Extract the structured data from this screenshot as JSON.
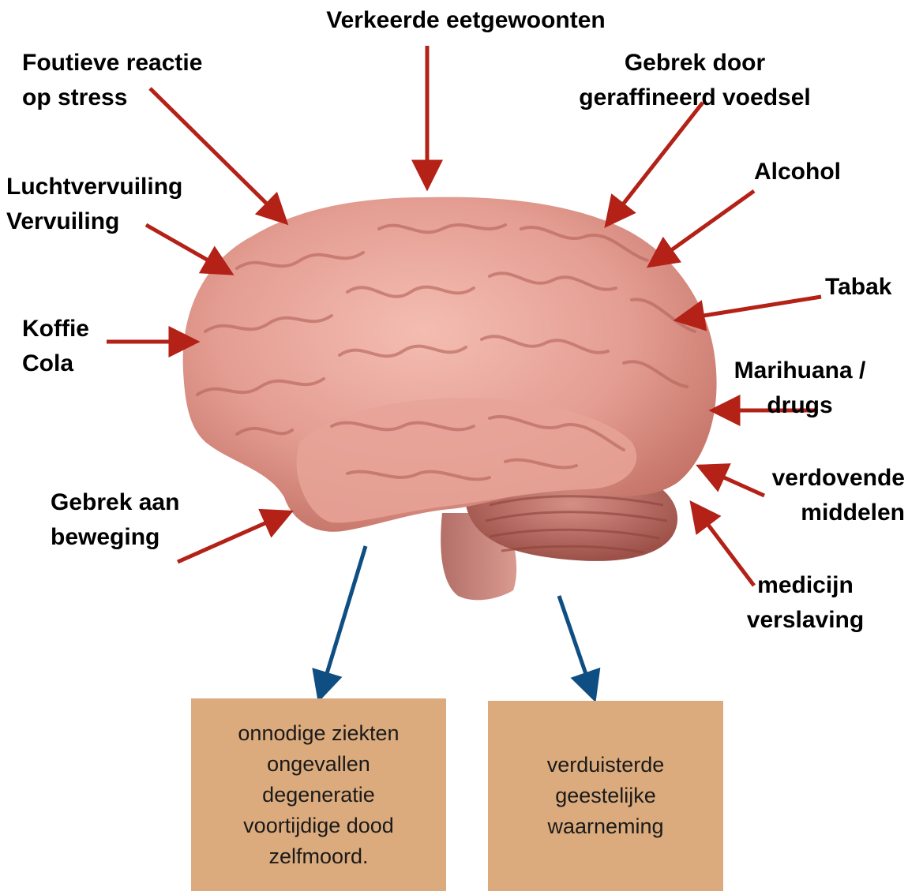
{
  "colors": {
    "cause_arrow": "#b32117",
    "effect_arrow": "#0f4e82",
    "outcome_box": "#dcab7d",
    "brain": "#e8a79d"
  },
  "brain": {
    "icon": "brain-illustration"
  },
  "causes": {
    "verkeerde_eetgewoonten": [
      "Verkeerde eetgewoonten"
    ],
    "foutieve_reactie": [
      "Foutieve reactie",
      "op stress"
    ],
    "gebrek_geraffineerd": [
      "Gebrek door",
      "geraffineerd voedsel"
    ],
    "luchtvervuiling": [
      "Luchtvervuiling",
      "Vervuiling"
    ],
    "alcohol": [
      "Alcohol"
    ],
    "tabak": [
      "Tabak"
    ],
    "koffie_cola": [
      "Koffie",
      "Cola"
    ],
    "marihuana": [
      "Marihuana /",
      "drugs"
    ],
    "verdovende": [
      "verdovende",
      "middelen"
    ],
    "gebrek_beweging": [
      "Gebrek aan",
      "beweging"
    ],
    "medicijn": [
      "medicijn",
      "verslaving"
    ]
  },
  "outcomes": {
    "physical": [
      "onnodige ziekten",
      "ongevallen",
      "degeneratie",
      "voortijdige dood",
      "zelfmoord."
    ],
    "mental": [
      "verduisterde",
      "geestelijke",
      "waarneming"
    ]
  }
}
